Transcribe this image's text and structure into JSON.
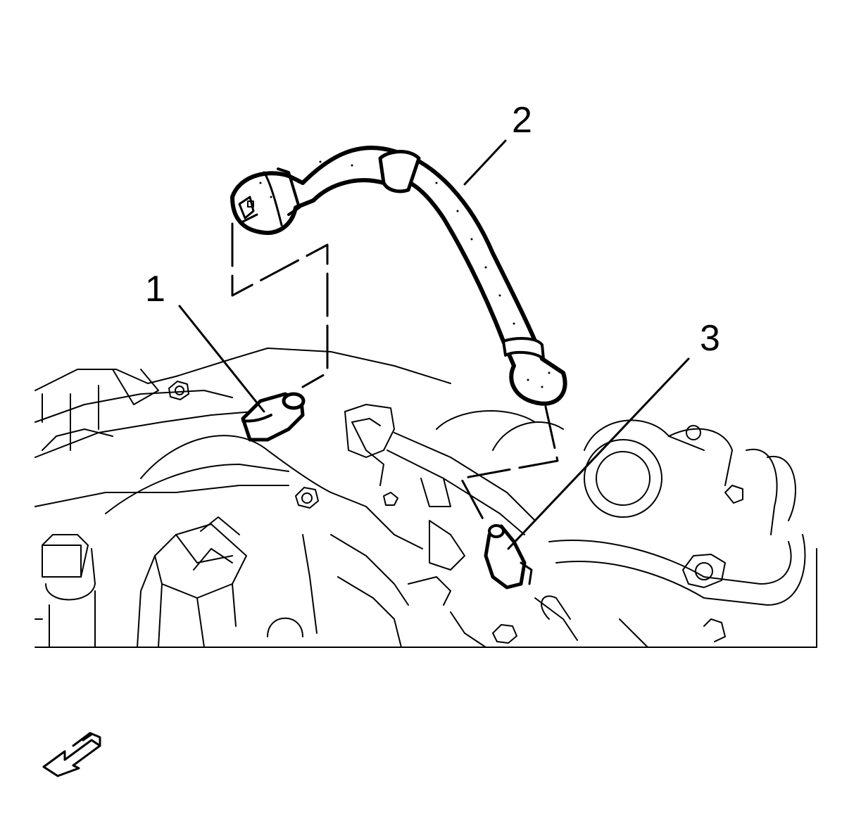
{
  "callouts": {
    "one": "1",
    "two": "2",
    "three": "3"
  },
  "icons": {
    "view_direction": "view-direction-arrow-icon"
  },
  "colors": {
    "line": "#000000",
    "background": "#ffffff"
  }
}
